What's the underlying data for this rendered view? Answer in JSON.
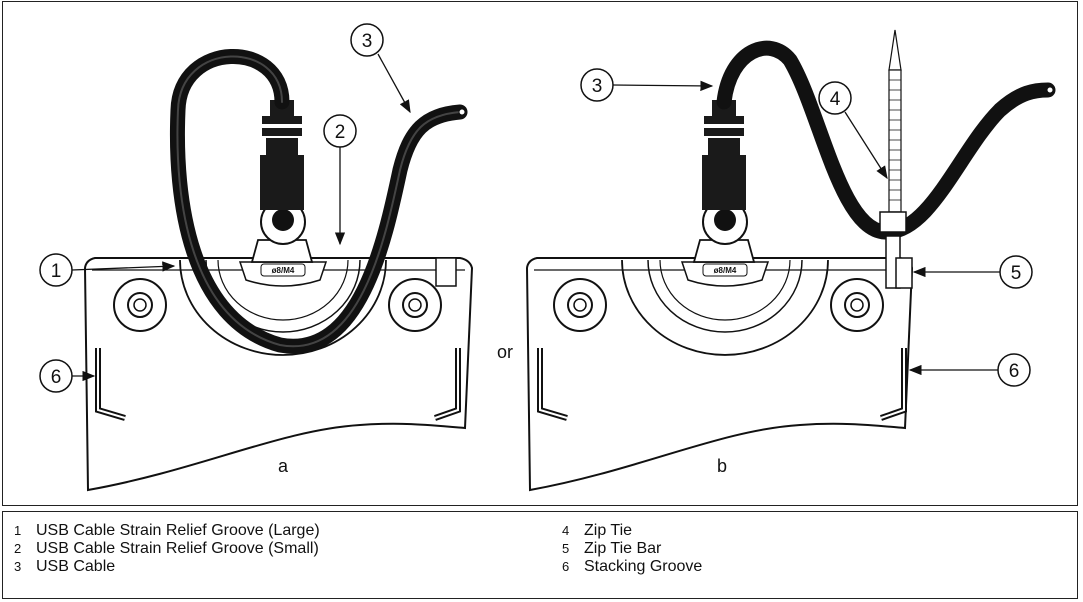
{
  "figure": {
    "panel_labels": [
      "a",
      "b"
    ],
    "connector_word": "or",
    "groove_marking": "ø8/M4",
    "callouts_a": [
      "1",
      "2",
      "3",
      "6"
    ],
    "callouts_b": [
      "3",
      "4",
      "5",
      "6"
    ]
  },
  "legend": {
    "items": [
      {
        "num": "1",
        "text": "USB Cable Strain Relief Groove (Large)"
      },
      {
        "num": "2",
        "text": "USB Cable Strain Relief Groove (Small)"
      },
      {
        "num": "3",
        "text": "USB Cable"
      },
      {
        "num": "4",
        "text": "Zip Tie"
      },
      {
        "num": "5",
        "text": "Zip Tie Bar"
      },
      {
        "num": "6",
        "text": "Stacking Groove"
      }
    ]
  }
}
